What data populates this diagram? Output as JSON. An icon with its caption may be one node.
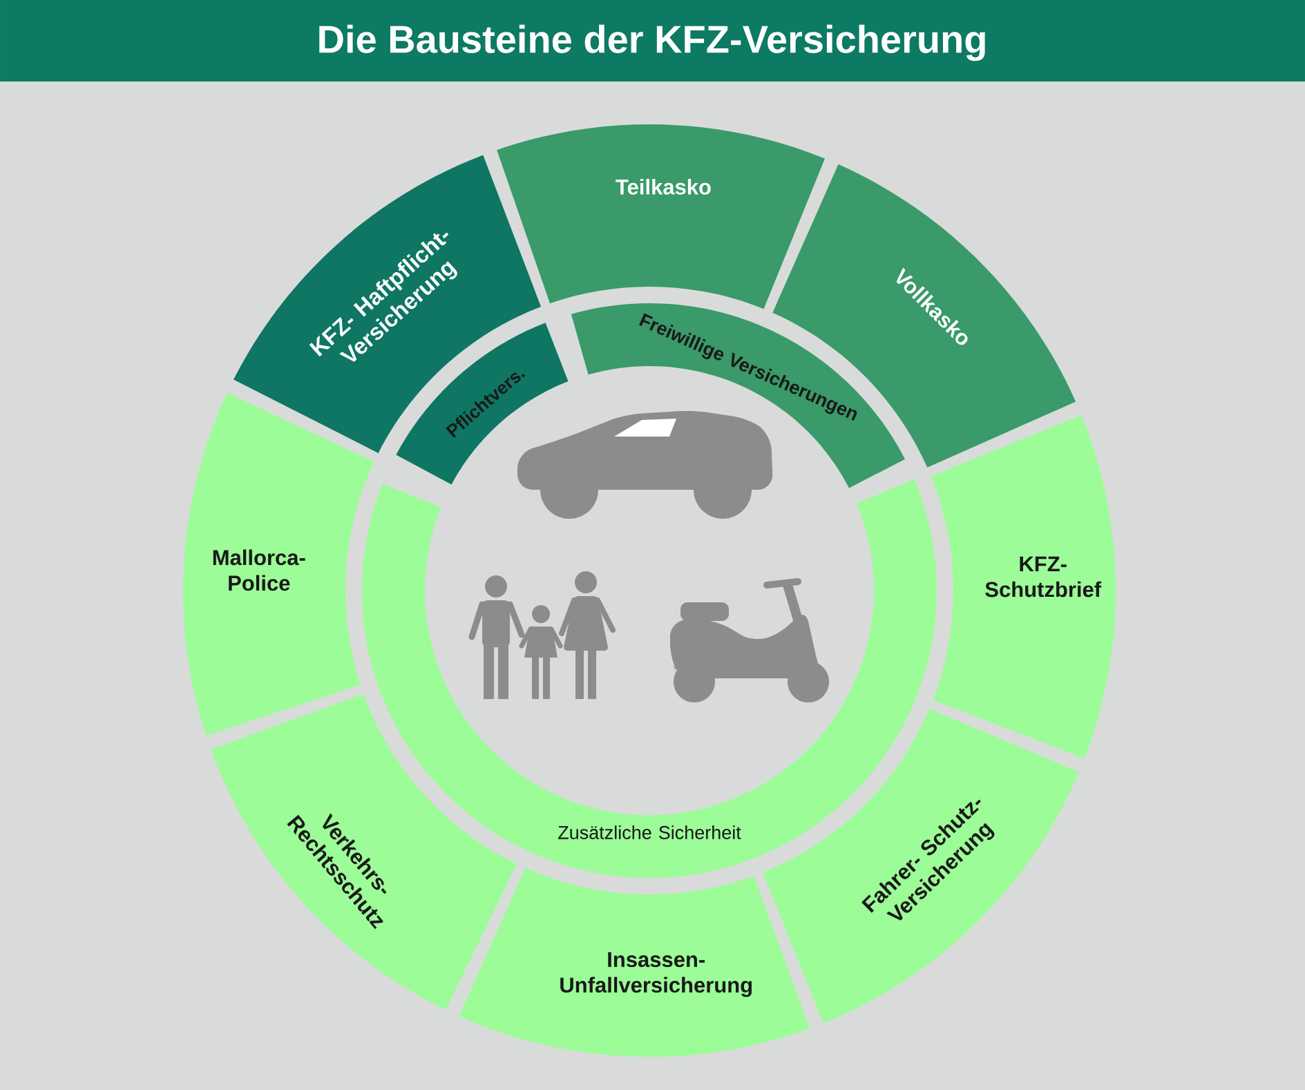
{
  "diagram": {
    "title": "Die Bausteine der KFZ-Versicherung",
    "nodes": [
      {
        "text": [
          "KFZ- Haftpflicht- Versicherung"
        ]
      },
      {
        "text": [
          "Teilkasko"
        ]
      },
      {
        "text": [
          "Vollkasko"
        ]
      },
      {
        "text": [
          "Pflichtvers."
        ]
      },
      {
        "text": [
          "Freiwillige Versicherungen"
        ]
      },
      {
        "text": [
          "Mallorca- Police"
        ]
      },
      {
        "text": [
          "KFZ- Schutzbrief"
        ]
      },
      {
        "text": [
          "Verkehrs- Rechtsschutz"
        ]
      },
      {
        "text": [
          "Zusätzliche Sicherheit"
        ]
      },
      {
        "text": [
          "Fahrer- Schutz- Versicherung"
        ]
      },
      {
        "text": [
          "Insassen- Unfallversicherung"
        ]
      }
    ]
  }
}
